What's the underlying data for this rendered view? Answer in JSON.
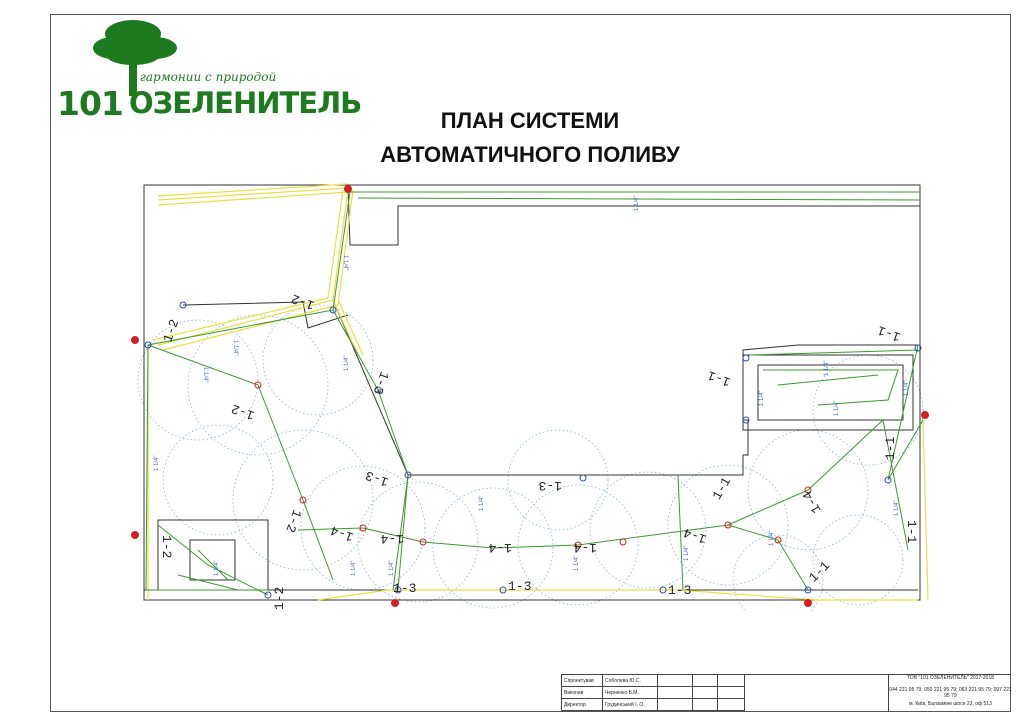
{
  "logo": {
    "number": "101",
    "name": "ОЗЕЛЕНИТЕЛЬ",
    "slogan": "в гармонии с природой"
  },
  "title": {
    "line1": "ПЛАН СИСТЕМИ",
    "line2": "АВТОМАТИЧНОГО ПОЛИВУ"
  },
  "zones": {
    "z1_1": "1-1",
    "z1_2": "1-2",
    "z1_3": "1-3",
    "z1_4": "1-4",
    "pipe": "1 1/4\""
  },
  "stamp": {
    "rows": [
      {
        "role": "Спроектував",
        "name": "Соболева Ю.С."
      },
      {
        "role": "Виконав",
        "name": "Черненко Б.М."
      },
      {
        "role": "Директор",
        "name": "Грудинський І. О."
      }
    ],
    "company": "ТОВ \"101 ОЗЕЛЕНИТЕЛЬ\" 2017-2018",
    "phones": "044 221 95 79;   050 221 95 79;   063 221 95 79;   097 221 95 79",
    "address": "м. Київ, Балзаміне шосе 23, оф 513"
  },
  "colors": {
    "brand_green": "#1e7a1e",
    "pipe_green": "#3c9a2e",
    "supply_yellow": "#e8e040",
    "spray_blue": "#7fb3e6",
    "valve_red": "#d42020"
  }
}
